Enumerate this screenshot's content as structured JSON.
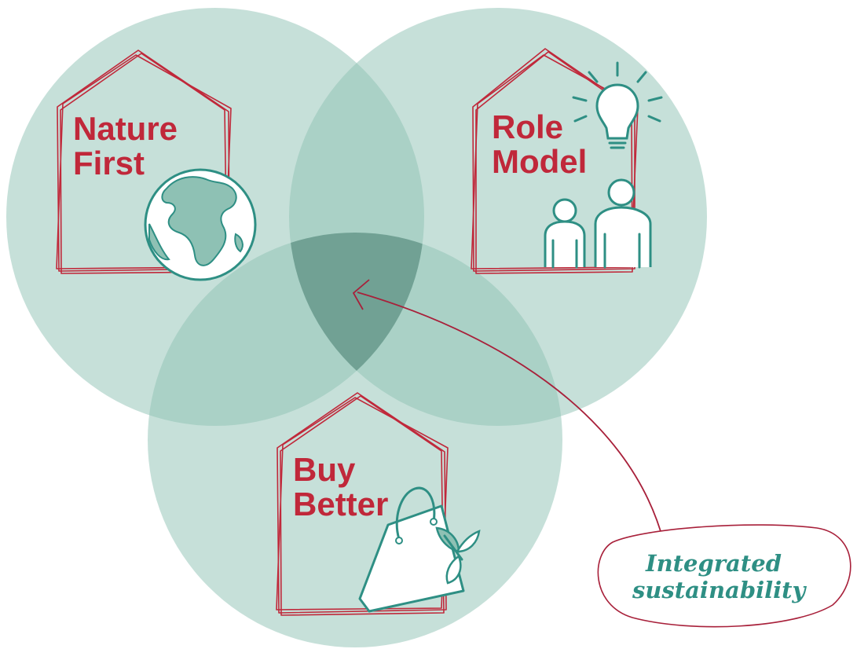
{
  "circles": [
    {
      "id": "nature-first",
      "label_lines": [
        "Nature",
        "First"
      ],
      "icon": "globe-icon"
    },
    {
      "id": "role-model",
      "label_lines": [
        "Role",
        "Model"
      ],
      "icon": "people-lightbulb-icon"
    },
    {
      "id": "buy-better",
      "label_lines": [
        "Buy",
        "Better"
      ],
      "icon": "shopping-bag-leaf-icon"
    }
  ],
  "callout": {
    "lines": [
      "Integrated",
      "sustainability"
    ]
  },
  "colors": {
    "circle_fill": "#8ec1b4",
    "overlap_center": "#5a8a7d",
    "label_red": "#c0283a",
    "callout_teal": "#2e8f84",
    "icon_teal": "#2e8f84"
  }
}
